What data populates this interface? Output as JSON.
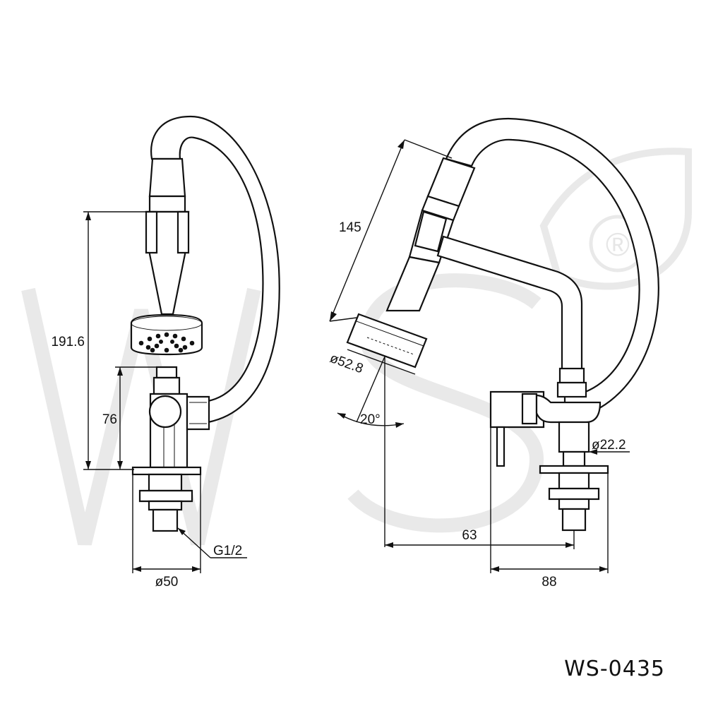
{
  "watermark": {
    "letters": "WS",
    "registered_mark": "®"
  },
  "dimensions": {
    "height_total": "191.6",
    "height_body": "76",
    "base_diameter": "ø50",
    "thread": "G1/2",
    "hose_length": "145",
    "head_diameter": "ø52.8",
    "tilt_angle": "20°",
    "body_diameter": "ø22.2",
    "reach_63": "63",
    "reach_88": "88"
  },
  "product_code": "WS-0435",
  "colors": {
    "line": "#111111",
    "watermark": "#e9e9e9",
    "background": "#ffffff"
  }
}
